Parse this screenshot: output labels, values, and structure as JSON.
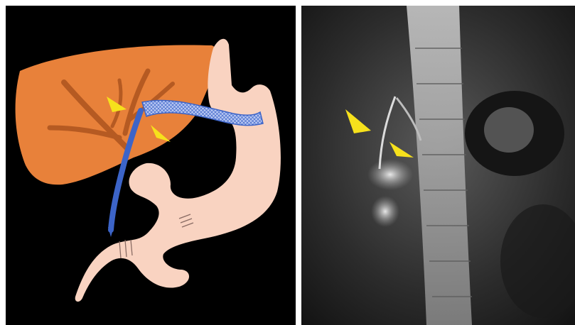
{
  "figure": {
    "panels": [
      {
        "id": "left",
        "kind": "illustration"
      },
      {
        "id": "right",
        "kind": "radiograph"
      }
    ],
    "colors": {
      "background": "#000000",
      "liver": "#e8813a",
      "liver_vessels": "#b55a22",
      "bowel": "#f9d3c1",
      "stent": "#3c64c8",
      "stent_mesh": "#9fb4ee",
      "arrowhead": "#f6e11c"
    },
    "arrowheads": {
      "left_panel_count": 2,
      "right_panel_count": 2
    }
  }
}
